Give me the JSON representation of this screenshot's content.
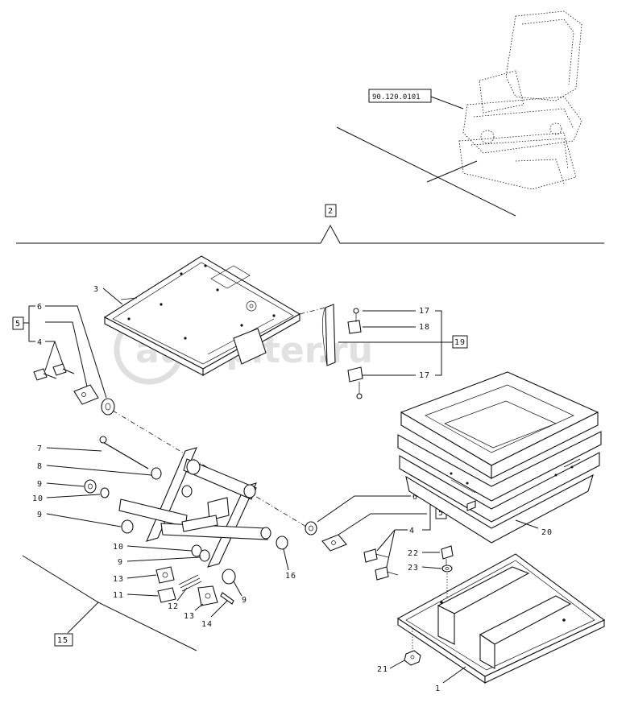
{
  "reference": {
    "code": "90.120.0101"
  },
  "watermark": {
    "text": "autopiter.ru"
  },
  "boxed_labels": {
    "top_group": "2",
    "left_group": "5",
    "right_group": "5",
    "bracket_group": "19",
    "bottom_group": "15"
  },
  "callouts": {
    "n1": "1",
    "n3": "3",
    "n4a": "4",
    "n4b": "4",
    "n6a": "6",
    "n6b": "6",
    "n7": "7",
    "n8": "8",
    "n9a": "9",
    "n9b": "9",
    "n9c": "9",
    "n9d": "9",
    "n10a": "10",
    "n10b": "10",
    "n11": "11",
    "n12": "12",
    "n13a": "13",
    "n13b": "13",
    "n14": "14",
    "n16": "16",
    "n17a": "17",
    "n17b": "17",
    "n18": "18",
    "n20": "20",
    "n21": "21",
    "n22": "22",
    "n23": "23"
  }
}
